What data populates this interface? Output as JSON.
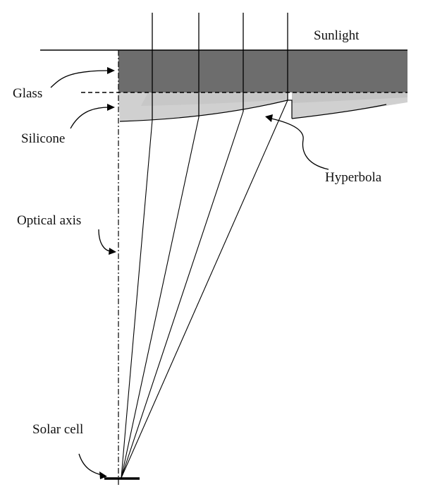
{
  "labels": {
    "sunlight": "Sunlight",
    "glass": "Glass",
    "silicone": "Silicone",
    "hyperbola": "Hyperbola",
    "optical_axis": "Optical axis",
    "solar_cell": "Solar cell"
  },
  "colors": {
    "background": "#ffffff",
    "glass": "#6d6d6d",
    "silicone_light": "#d0d0d0",
    "silicone_dark": "#bdbdbd",
    "line": "#000000"
  },
  "rays": {
    "count": 4
  }
}
